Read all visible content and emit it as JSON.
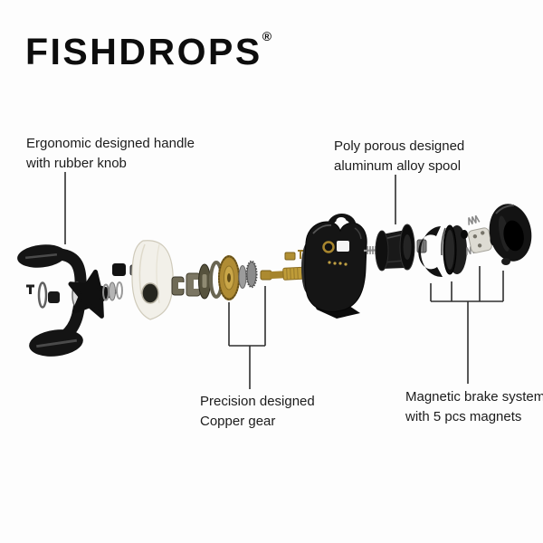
{
  "brand": {
    "name": "FISHDROPS",
    "registered_mark": "®",
    "color": "#0d0d0d"
  },
  "labels": {
    "handle": {
      "line1": "Ergonomic designed handle",
      "line2": "with rubber knob"
    },
    "spool": {
      "line1": "Poly porous designed",
      "line2": "aluminum alloy spool"
    },
    "gear": {
      "line1": "Precision designed",
      "line2": "Copper gear"
    },
    "brake": {
      "line1": "Magnetic brake system",
      "line2": "with 5 pcs magnets"
    }
  },
  "diagram": {
    "type": "exploded-view",
    "subject": "baitcasting fishing reel parts laid out left to right",
    "parts": [
      "crank handle with two rubber knobs",
      "handle screw, washer and nut",
      "star drag",
      "drag washers",
      "white side cup cover",
      "clutch clips and slotted discs",
      "copper drive gear",
      "pinion washers",
      "brass worm shaft",
      "black reel frame body",
      "axle spring",
      "aluminum alloy spool",
      "spool bearing",
      "brake clip",
      "brake drum",
      "coil springs",
      "magnet carrier with magnets",
      "round side cover plate"
    ],
    "colors": {
      "part_black": "#141414",
      "brass": "#b08c34",
      "metal_gray": "#9a9a9a",
      "cup_white": "#f2f0e9",
      "leader_line": "#2f2f2f",
      "text": "#1c1c1c",
      "background": "#fdfdfd"
    }
  }
}
